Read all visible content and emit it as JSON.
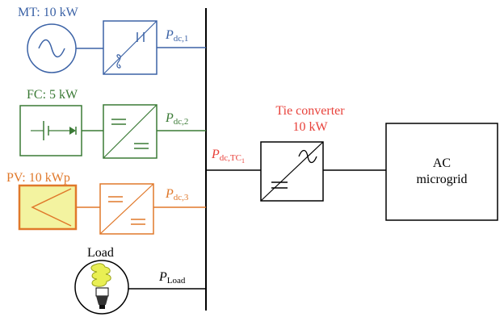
{
  "colors": {
    "mt": "#3b62a6",
    "fc": "#3a7a35",
    "pv": "#e0782a",
    "pv_fill": "#f3f3a0",
    "tie": "#e8413a",
    "line": "#000000"
  },
  "mt": {
    "label": "MT: 10 kW",
    "power_main": "P",
    "power_sub": "dc,1"
  },
  "fc": {
    "label": "FC: 5 kW",
    "power_main": "P",
    "power_sub": "dc,2"
  },
  "pv": {
    "label": "PV: 10 kWp",
    "power_main": "P",
    "power_sub": "dc,3"
  },
  "tie": {
    "label_line1": "Tie converter",
    "label_line2": "10 kW",
    "power_main": "P",
    "power_sub": "dc,TC",
    "power_subsub": "1"
  },
  "load": {
    "label": "Load",
    "power_main": "P",
    "power_sub": "Load"
  },
  "ac": {
    "line1": "AC",
    "line2": "microgrid"
  },
  "icons": [
    "ac-source-icon",
    "ac-dc-converter-icon",
    "battery-diode-icon",
    "dc-dc-converter-icon",
    "pv-panel-icon",
    "dc-ac-converter-icon",
    "light-bulb-icon"
  ]
}
